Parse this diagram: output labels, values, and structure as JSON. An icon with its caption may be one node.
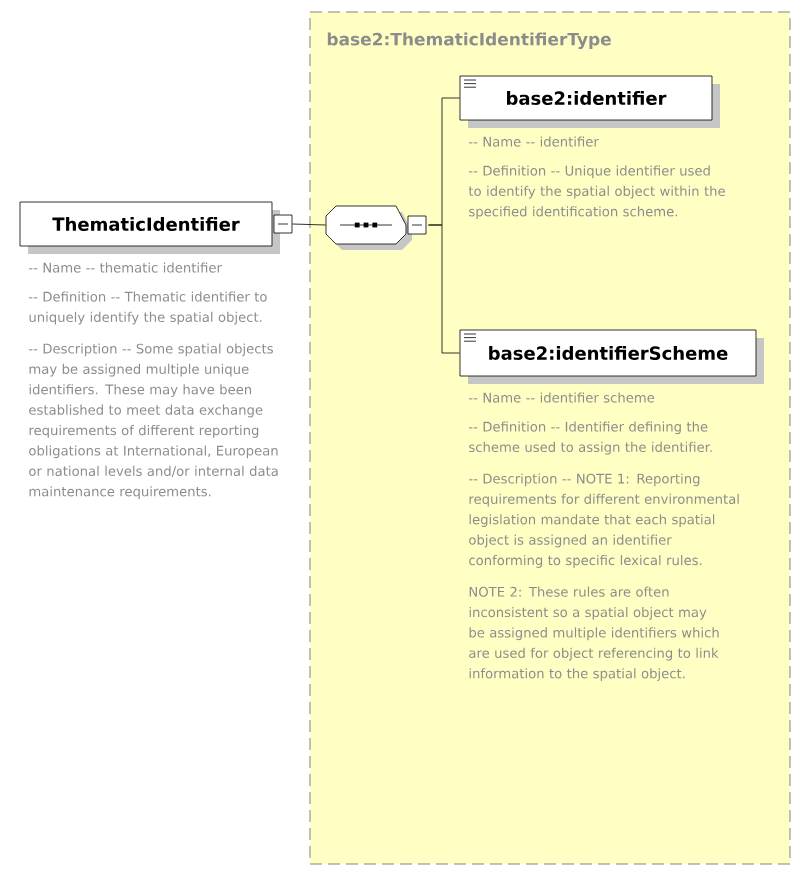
{
  "diagram": {
    "nodes": [
      {
        "text": [
          "base2:ThematicIdentifierType"
        ]
      },
      {
        "text": [
          "ThematicIdentifier"
        ],
        "beside": [
          "-- Name -- thematic identifier",
          "-- Definition -- Thematic identifier to uniquely identify the spatial object.",
          "-- Description -- Some spatial objects may be assigned multiple unique identifiers. These may have been established to meet data exchange requirements of different reporting obligations at International, European or national levels and/or internal data maintenance requirements."
        ]
      },
      {
        "text": [],
        "shape": "octagon",
        "in": 0
      },
      {
        "text": [
          "base2:identifier"
        ],
        "in": 0,
        "beside": [
          "-- Name -- identifier",
          "-- Definition -- Unique identifier used to identify the spatial object within the specified identification scheme."
        ]
      },
      {
        "text": [
          "base2:identifierScheme"
        ],
        "in": 0,
        "beside": [
          "-- Name -- identifier scheme",
          "-- Definition -- Identifier defining the scheme used to assign the identifier.",
          "-- Description -- NOTE 1: Reporting requirements for different environmental legislation mandate that each spatial object is assigned an identifier conforming to specific lexical rules.",
          "NOTE 2: These rules are often inconsistent so a spatial object may be assigned multiple identifiers which are used for object referencing to link information to the spatial object."
        ]
      }
    ],
    "edges": [
      {
        "from": 1,
        "to": 2,
        "arrow": "none"
      },
      {
        "from": 2,
        "to": 3,
        "arrow": "none"
      },
      {
        "from": 2,
        "to": 4,
        "arrow": "none"
      }
    ]
  }
}
